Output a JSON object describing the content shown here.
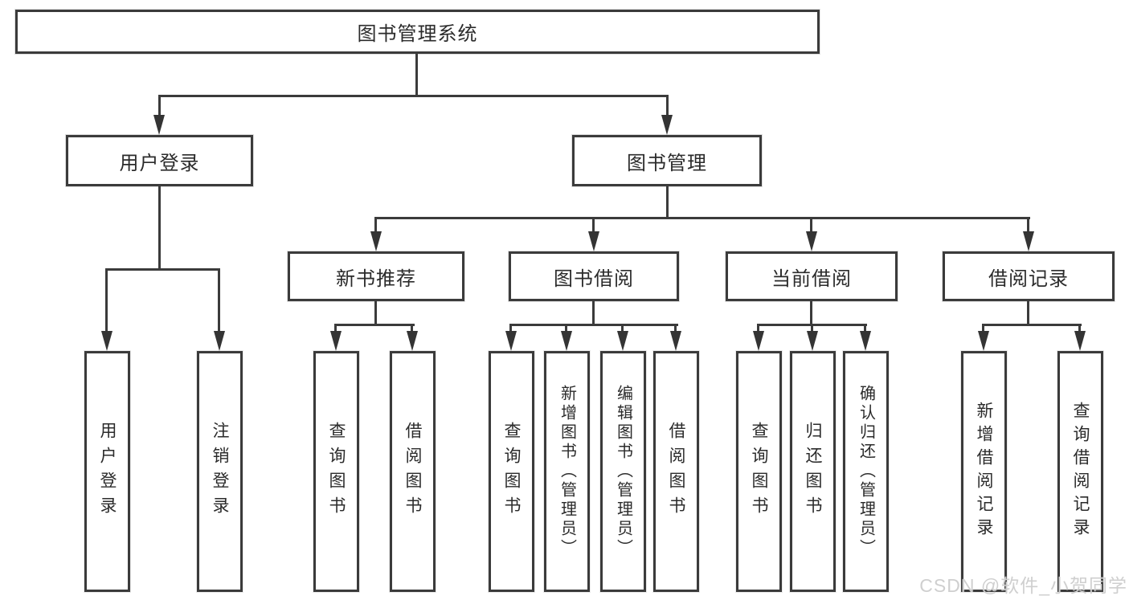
{
  "diagram": {
    "tree": {
      "root": {
        "label": "图书管理系统"
      },
      "branches": [
        {
          "label": "用户登录",
          "children": [
            {
              "label": "用户登录"
            },
            {
              "label": "注销登录"
            }
          ]
        },
        {
          "label": "图书管理",
          "children": [
            {
              "label": "新书推荐",
              "children": [
                {
                  "label": "查询图书"
                },
                {
                  "label": "借阅图书"
                }
              ]
            },
            {
              "label": "图书借阅",
              "children": [
                {
                  "label": "查询图书"
                },
                {
                  "label": "新增图书（管理员）"
                },
                {
                  "label": "编辑图书（管理员）"
                },
                {
                  "label": "借阅图书"
                }
              ]
            },
            {
              "label": "当前借阅",
              "children": [
                {
                  "label": "查询图书"
                },
                {
                  "label": "归还图书"
                },
                {
                  "label": "确认归还（管理员）"
                }
              ]
            },
            {
              "label": "借阅记录",
              "children": [
                {
                  "label": "新增借阅记录"
                },
                {
                  "label": "查询借阅记录"
                }
              ]
            }
          ]
        }
      ]
    },
    "colors": {
      "line": "#3b3b3b",
      "box_border": "#3b3b3b",
      "text": "#2b2b2b",
      "background": "#ffffff",
      "watermark": "#cbcbcb"
    },
    "watermark": {
      "text": "CSDN @软件_小贺同学"
    }
  }
}
